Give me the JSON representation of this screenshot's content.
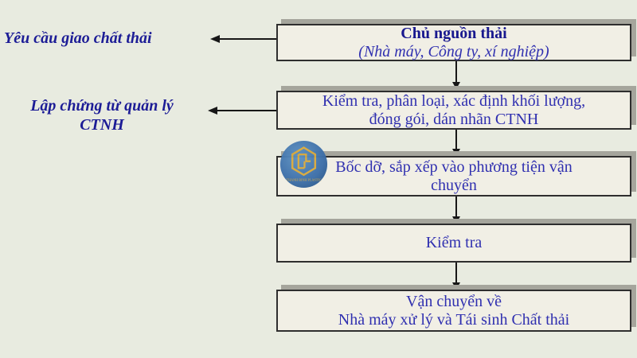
{
  "colors": {
    "background": "#e8ebe0",
    "box_fill": "#f1efe5",
    "box_border": "#2e2e2e",
    "box_shadow": "#a5a59c",
    "title_text": "#18188e",
    "body_text": "#3030b0",
    "label_text": "#1c1c96",
    "arrow": "#171717",
    "logo_blue": "#3c6ea8",
    "logo_gold": "#d9aa3e"
  },
  "flow_boxes": [
    {
      "id": "source",
      "lines": [
        "Chủ nguồn thải",
        "(Nhà máy, Công ty, xí nghiệp)"
      ]
    },
    {
      "id": "check-classify",
      "lines": [
        "Kiểm tra, phân loại, xác định khối lượng,",
        "đóng gói, dán nhãn CTNH"
      ]
    },
    {
      "id": "load-arrange",
      "lines": [
        "Bốc dỡ, sắp xếp vào phương tiện vận",
        "chuyển"
      ]
    },
    {
      "id": "check",
      "lines": [
        "Kiểm tra"
      ]
    },
    {
      "id": "transport",
      "lines": [
        "Vận chuyển về",
        "Nhà máy xử lý và Tái sinh Chất thải"
      ]
    }
  ],
  "side_labels": [
    {
      "id": "request",
      "lines": [
        "Yêu cầu giao chất thải"
      ]
    },
    {
      "id": "manifest",
      "lines": [
        "Lập chứng từ quản lý",
        "CTNH"
      ]
    }
  ],
  "logo": {
    "caption": "THANH BINH PLASTIC"
  }
}
